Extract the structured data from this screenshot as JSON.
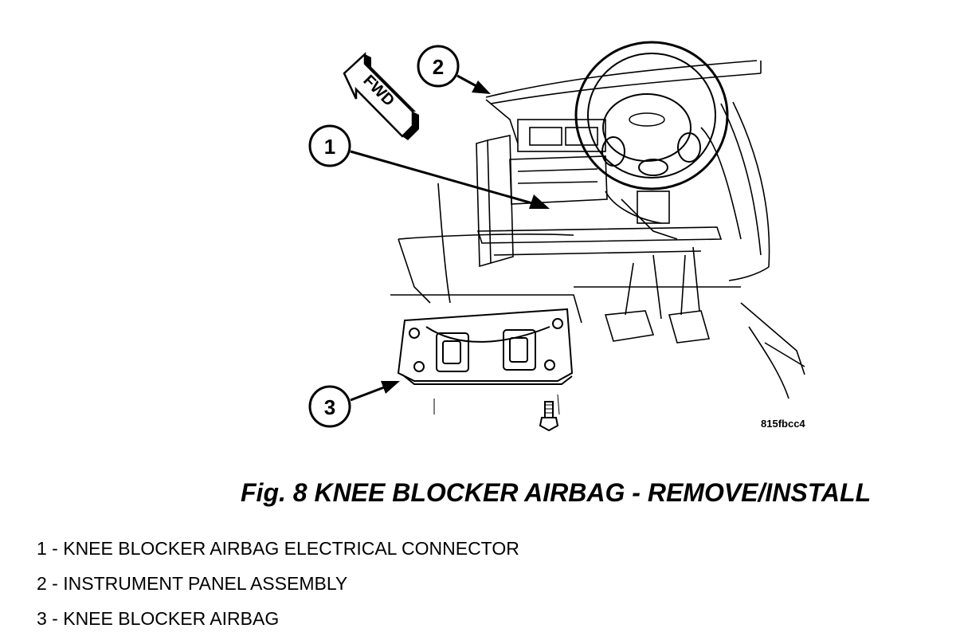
{
  "figure": {
    "code": "815fbcc4",
    "caption": "Fig. 8 KNEE BLOCKER AIRBAG - REMOVE/INSTALL",
    "fwd_label": "FWD"
  },
  "callouts": [
    {
      "number": "1"
    },
    {
      "number": "2"
    },
    {
      "number": "3"
    }
  ],
  "legend": [
    {
      "text": "1 - KNEE BLOCKER AIRBAG ELECTRICAL CONNECTOR"
    },
    {
      "text": "2 - INSTRUMENT PANEL ASSEMBLY"
    },
    {
      "text": "3 - KNEE BLOCKER AIRBAG"
    }
  ]
}
